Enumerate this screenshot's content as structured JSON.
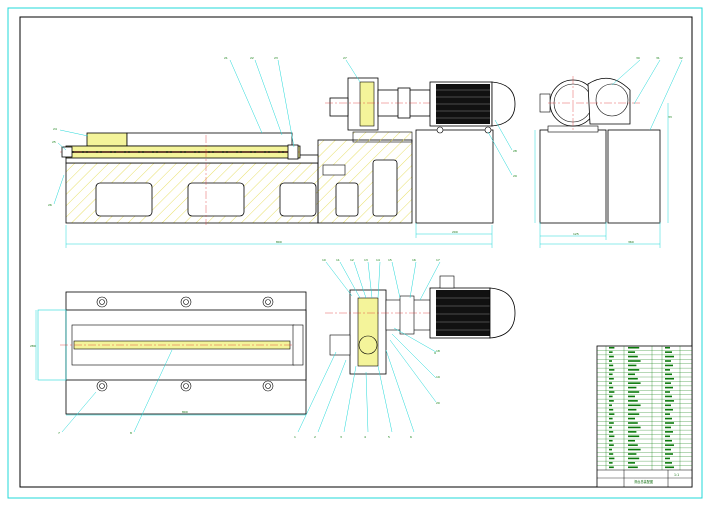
{
  "drawing": {
    "title_block_text": "滑台总装配图",
    "note_text": "1:1",
    "dimension_texts": {
      "front_overall": "800",
      "front_motor": "200",
      "side_overall": "360",
      "side_left": "125",
      "plan_overall": "800",
      "plan_height": "280"
    },
    "leader_numbers_front": [
      "21",
      "22",
      "23",
      "24",
      "25",
      "26",
      "27",
      "28",
      "29"
    ],
    "leader_numbers_side": [
      "30",
      "31",
      "32",
      "33"
    ],
    "leader_numbers_plan_top": [
      "10",
      "11",
      "12",
      "13",
      "14",
      "15",
      "16",
      "17",
      "18",
      "19",
      "20"
    ],
    "leader_numbers_plan_bottom": [
      "1",
      "2",
      "3",
      "4",
      "5",
      "6",
      "7",
      "8",
      "9"
    ],
    "bom_rows": 28
  }
}
